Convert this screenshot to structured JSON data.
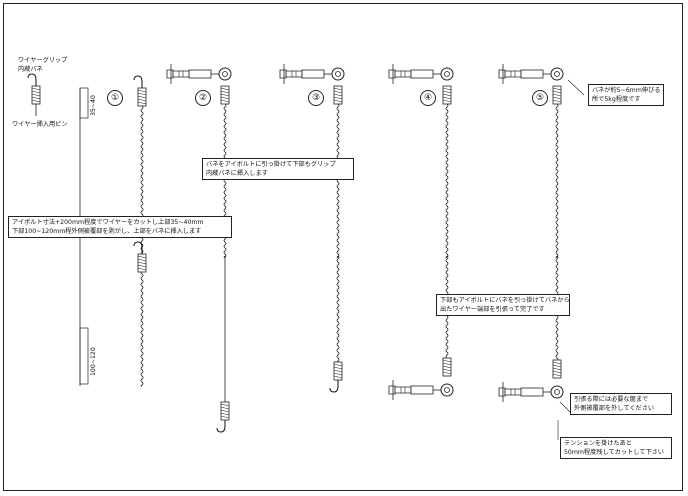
{
  "labels": {
    "grip_title_1": "ワイヤーグリップ",
    "grip_title_2": "内蔵バネ",
    "insert_pin": "ワイヤー挿入用ピン",
    "dim_top": "35~40",
    "dim_bottom": "100~120"
  },
  "steps": [
    "①",
    "②",
    "③",
    "④",
    "⑤"
  ],
  "notes": {
    "spring_stretch": [
      "バネが約5~6mm伸びる",
      "所で5kg程度です"
    ],
    "hook_spring": [
      "バネをアイボルトに引っ掛けて下部もグリップ",
      "内蔵バネに挿入します"
    ],
    "cut_wire": [
      "アイボルト寸法+200mm程度でワイヤーをカットし上部35~40mm",
      "下部100~120mm程外側被覆部を剥がし、上部をバネに挿入します"
    ],
    "finish": [
      "下部もアイボルトにバネを引っ掛けてバネから",
      "出たワイヤー端部を引張って完了です"
    ],
    "pull": [
      "引張る際には必要な箇まで",
      "外側被覆部を外してください"
    ],
    "tension": [
      "テンションを掛けたあと",
      "50mm程度残してカットして下さい"
    ]
  },
  "colors": {
    "line": "#222222",
    "background": "#ffffff"
  }
}
